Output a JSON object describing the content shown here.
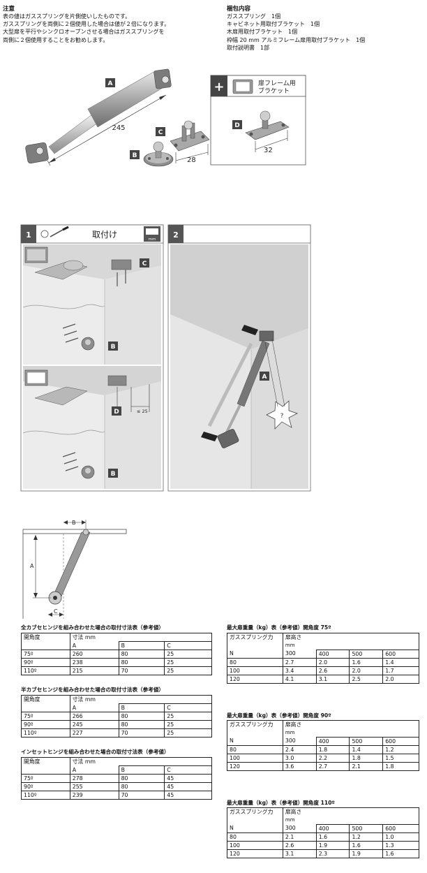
{
  "notes": {
    "heading": "注意",
    "lines": [
      "表の値はガススプリングを片側使いしたものです。",
      "ガススプリングを両側に２個使用した場合は値が２倍になります。",
      "大型扉を平行やシンクロオープンさせる場合はガススプリングを",
      "両側に２個使用することをお勧めします。"
    ]
  },
  "package": {
    "heading": "梱包内容",
    "lines": [
      "ガススプリング　1個",
      "キャビネット用取付ブラケット　1個",
      "木扉用取付ブラケット　1個",
      "枠幅 20 mm アルミフレーム扉用取付ブラケット　1個",
      "取付説明書　1部"
    ]
  },
  "parts": {
    "labels": {
      "a": "A",
      "b": "B",
      "c": "C",
      "d": "D"
    },
    "dim_length": "245",
    "dim_bracket": "28",
    "option_title_1": "扉フレーム用",
    "option_title_2": "ブラケット",
    "option_plus": "+",
    "dim_frame_bracket": "32"
  },
  "steps": {
    "step1_number": "1",
    "step1_title": "取付け",
    "step1_unit": "mm",
    "step2_number": "2",
    "dim_max": "≤ 25"
  },
  "diagram": {
    "label_a": "A",
    "label_b": "B",
    "label_c": "C"
  },
  "tables_left": [
    {
      "title": "全カブセヒンジを組み合わせた場合の取付寸法表（参考値）",
      "col_angle": "開角度",
      "col_dim": "寸法 mm",
      "sub": [
        "A",
        "B",
        "C"
      ],
      "rows": [
        [
          "75º",
          "260",
          "80",
          "25"
        ],
        [
          "90º",
          "238",
          "80",
          "25"
        ],
        [
          "110º",
          "215",
          "70",
          "25"
        ]
      ]
    },
    {
      "title": "半カブセヒンジを組み合わせた場合の取付寸法表（参考値）",
      "col_angle": "開角度",
      "col_dim": "寸法 mm",
      "sub": [
        "A",
        "B",
        "C"
      ],
      "rows": [
        [
          "75º",
          "266",
          "80",
          "25"
        ],
        [
          "90º",
          "245",
          "80",
          "25"
        ],
        [
          "110º",
          "227",
          "70",
          "25"
        ]
      ]
    },
    {
      "title": "インセットヒンジを組み合わせた場合の取付寸法表（参考値）",
      "col_angle": "開角度",
      "col_dim": "寸法 mm",
      "sub": [
        "A",
        "B",
        "C"
      ],
      "rows": [
        [
          "75º",
          "278",
          "80",
          "45"
        ],
        [
          "90º",
          "255",
          "80",
          "45"
        ],
        [
          "110º",
          "239",
          "70",
          "45"
        ]
      ]
    }
  ],
  "tables_right": [
    {
      "title": "最大扉重量（kg）表（参考値）開角度 75º",
      "col_force": "ガススプリング力",
      "col_height": "扉高さ",
      "col_height_unit": "mm",
      "head": [
        "N",
        "300",
        "400",
        "500",
        "600"
      ],
      "rows": [
        [
          "80",
          "2.7",
          "2.0",
          "1.6",
          "1.4"
        ],
        [
          "100",
          "3.4",
          "2.6",
          "2.0",
          "1.7"
        ],
        [
          "120",
          "4.1",
          "3.1",
          "2.5",
          "2.0"
        ]
      ]
    },
    {
      "title": "最大扉重量（kg）表（参考値）開角度 90º",
      "col_force": "ガススプリング力",
      "col_height": "扉高さ",
      "col_height_unit": "mm",
      "head": [
        "N",
        "300",
        "400",
        "500",
        "600"
      ],
      "rows": [
        [
          "80",
          "2.4",
          "1.8",
          "1.4",
          "1.2"
        ],
        [
          "100",
          "3.0",
          "2.2",
          "1.8",
          "1.5"
        ],
        [
          "120",
          "3.6",
          "2.7",
          "2.1",
          "1.8"
        ]
      ]
    },
    {
      "title": "最大扉重量（kg）表（参考値）開角度 110º",
      "col_force": "ガススプリング力",
      "col_height": "扉高さ",
      "col_height_unit": "mm",
      "head": [
        "N",
        "300",
        "400",
        "500",
        "600"
      ],
      "rows": [
        [
          "80",
          "2.1",
          "1.6",
          "1.2",
          "1.0"
        ],
        [
          "100",
          "2.6",
          "1.9",
          "1.6",
          "1.3"
        ],
        [
          "120",
          "3.1",
          "2.3",
          "1.9",
          "1.6"
        ]
      ]
    }
  ]
}
